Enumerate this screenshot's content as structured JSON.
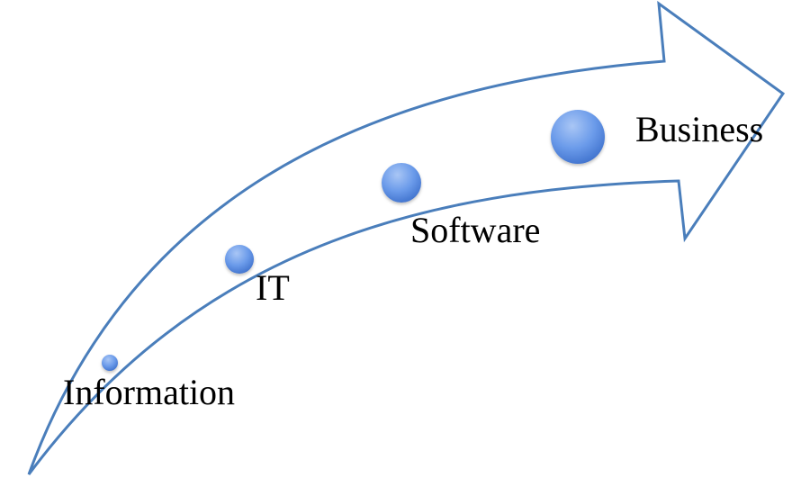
{
  "colors": {
    "arrow_stroke": "#4a7ebb",
    "arrow_fill": "none",
    "dot_light": "#a9c6f5",
    "dot_mid": "#6b9bea",
    "dot_dark": "#3f71cc",
    "label_text": "#000000"
  },
  "arrow": {
    "shape": "curved-upward-arrow",
    "direction": "up-right"
  },
  "stages": [
    {
      "label": "Information",
      "emphasis": 1
    },
    {
      "label": "IT",
      "emphasis": 2
    },
    {
      "label": "Software",
      "emphasis": 3
    },
    {
      "label": "Business",
      "emphasis": 4
    }
  ]
}
